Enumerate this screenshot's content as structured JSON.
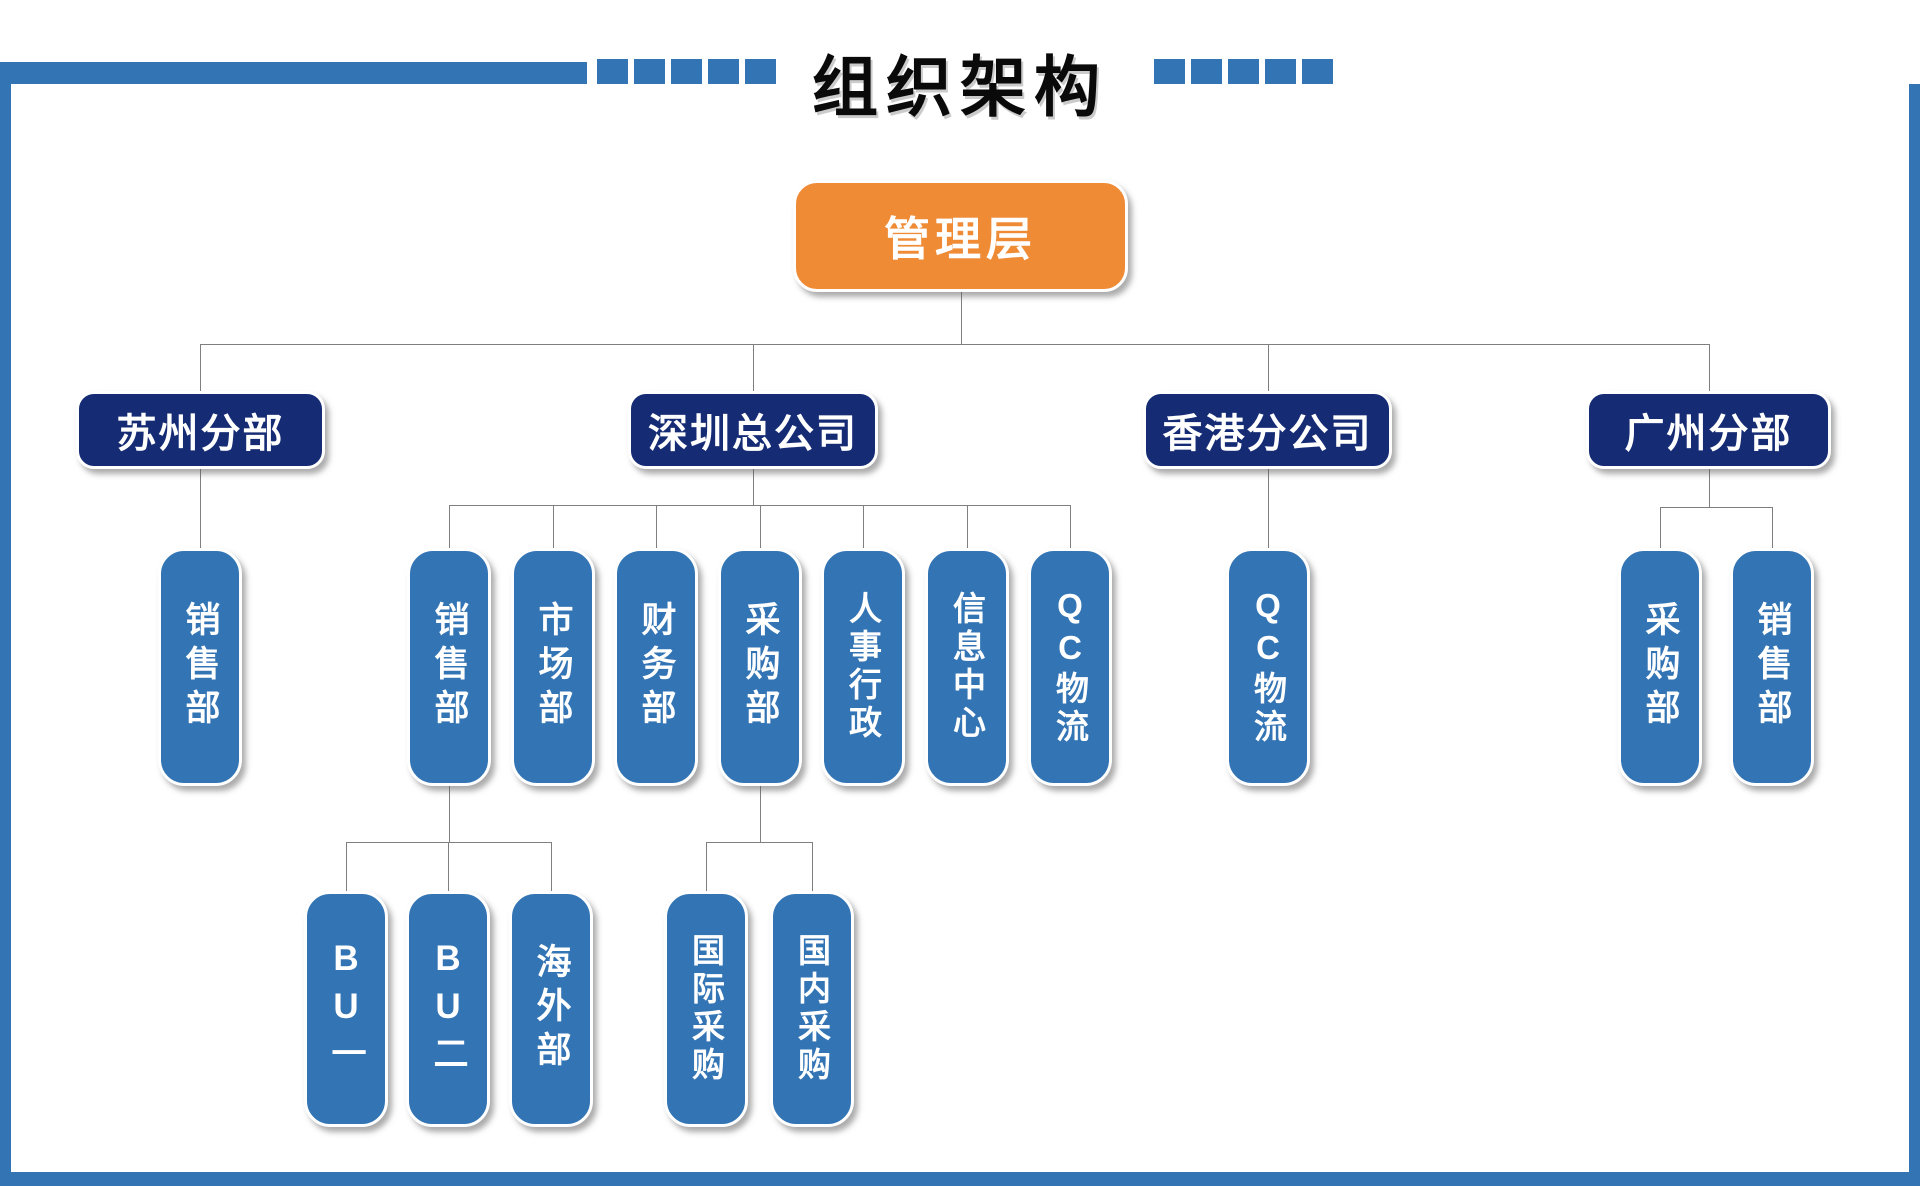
{
  "page": {
    "title": "组织架构"
  },
  "colors": {
    "accent_blue": "#3374B4",
    "navy": "#152B74",
    "orange": "#EF8A35",
    "connector_gray": "#7f7f7f",
    "title_black": "#0a0a0a"
  },
  "org": {
    "root": {
      "label": "管理层"
    },
    "branches": [
      {
        "label": "苏州分部",
        "departments": [
          {
            "label": "销售部"
          }
        ]
      },
      {
        "label": "深圳总公司",
        "departments": [
          {
            "label": "销售部",
            "teams": [
              {
                "label": "BU一"
              },
              {
                "label": "BU二"
              },
              {
                "label": "海外部"
              }
            ]
          },
          {
            "label": "市场部"
          },
          {
            "label": "财务部"
          },
          {
            "label": "采购部",
            "teams": [
              {
                "label": "国际采购"
              },
              {
                "label": "国内采购"
              }
            ]
          },
          {
            "label": "人事行政"
          },
          {
            "label": "信息中心"
          },
          {
            "label": "QC物流"
          }
        ]
      },
      {
        "label": "香港分公司",
        "departments": [
          {
            "label": "QC物流"
          }
        ]
      },
      {
        "label": "广州分部",
        "departments": [
          {
            "label": "采购部"
          },
          {
            "label": "销售部"
          }
        ]
      }
    ]
  }
}
